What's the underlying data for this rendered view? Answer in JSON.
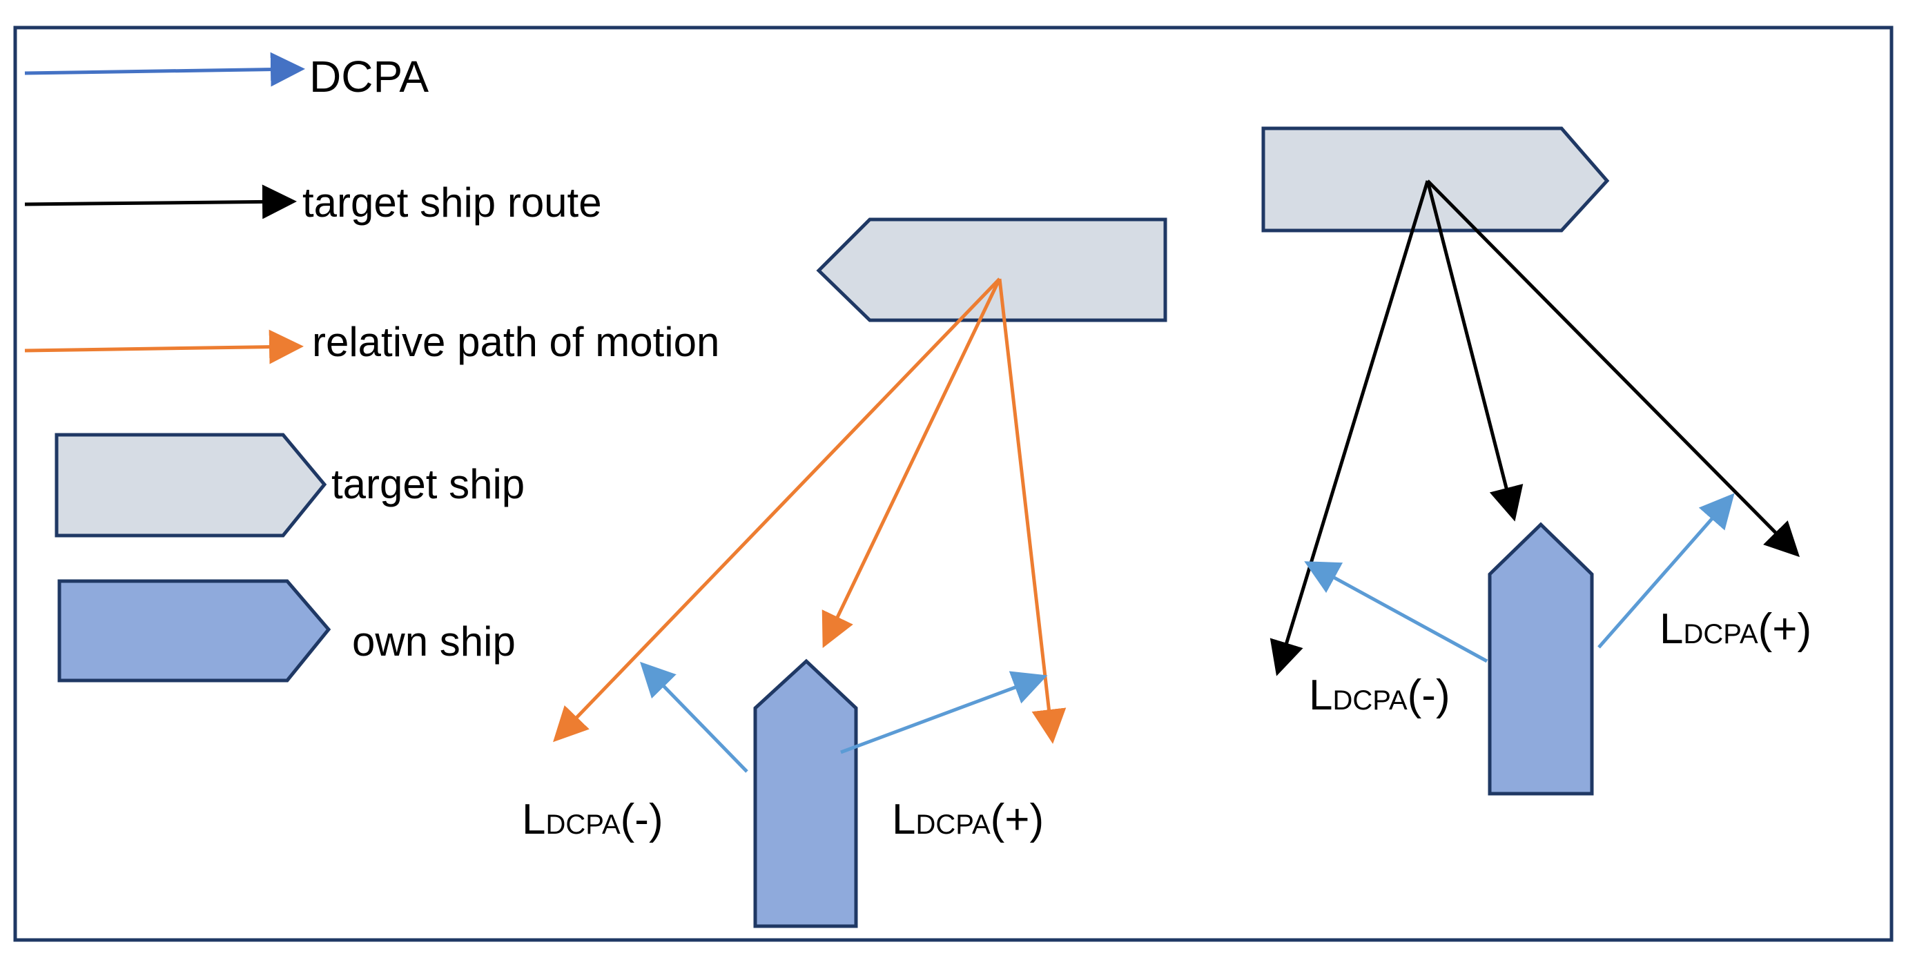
{
  "legend": {
    "dcpa": "DCPA",
    "target_route": "target ship route",
    "relative_path": "relative path of motion",
    "target_ship": "target ship",
    "own_ship": "own ship"
  },
  "labels": {
    "l_prefix": "L",
    "dcpa_sub": "DCPA",
    "minus": "(-)",
    "plus": "(+)"
  },
  "colors": {
    "frame": "#1f3864",
    "dcpa_arrow": "#4472c4",
    "dcpa_short": "#5b9bd5",
    "route_arrow": "#000000",
    "relative_arrow": "#ed7d31",
    "target_fill": "#d6dce4",
    "own_fill": "#8faadc",
    "ship_stroke": "#1f3864"
  }
}
